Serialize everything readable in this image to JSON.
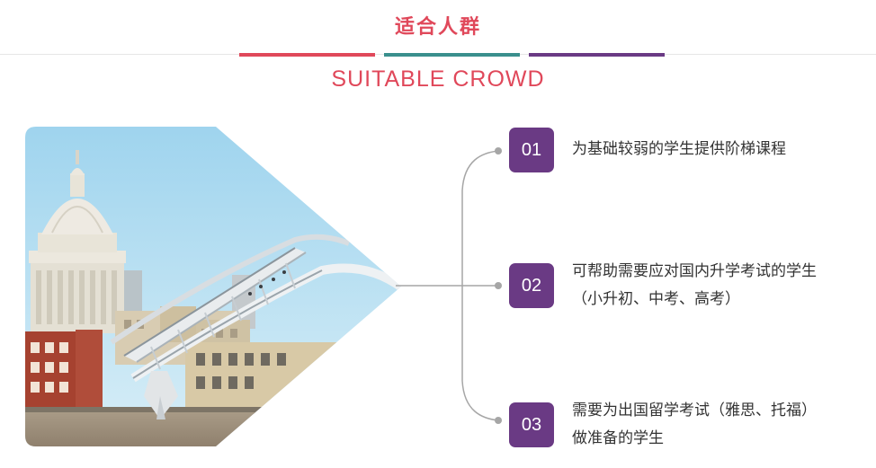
{
  "header": {
    "title_cn": "适合人群",
    "title_en": "SUITABLE CROWD"
  },
  "colors": {
    "accent_red": "#e0485a",
    "accent_teal": "#3a8f8d",
    "accent_purple": "#6a3a84"
  },
  "items": [
    {
      "number": "01",
      "lines": [
        "为基础较弱的学生提供阶梯课程"
      ]
    },
    {
      "number": "02",
      "lines": [
        "可帮助需要应对国内升学考试的学生",
        "（小升初、中考、高考）"
      ]
    },
    {
      "number": "03",
      "lines": [
        "需要为出国留学考试（雅思、托福）",
        "做准备的学生"
      ]
    }
  ]
}
